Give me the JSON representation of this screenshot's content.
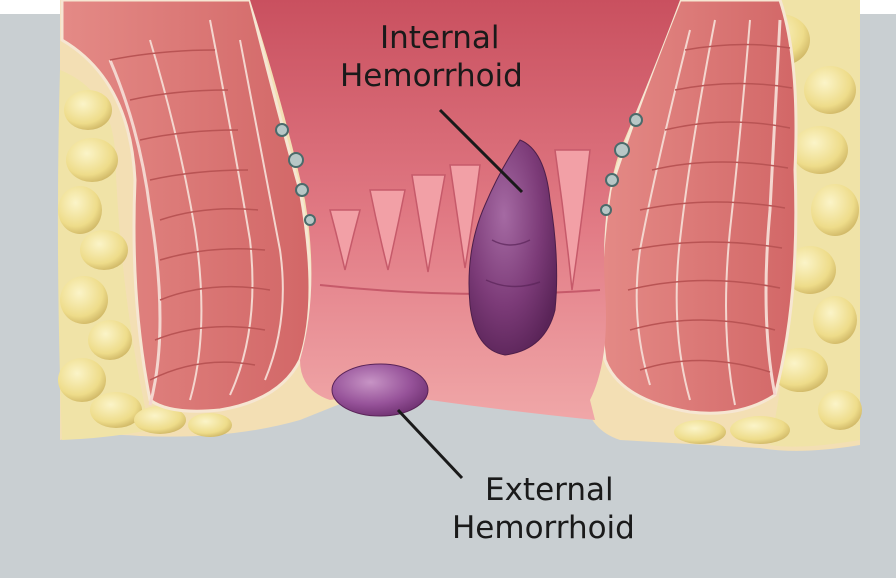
{
  "labels": {
    "internal_line1": "Internal",
    "internal_line2": "Hemorrhoid",
    "external_line1": "External",
    "external_line2": "Hemorrhoid"
  },
  "colors": {
    "background_gray": "#c9cfd2",
    "fat_yellow": "#efe39a",
    "muscle_red": "#d96e6e",
    "mucosa_pink": "#e7858d",
    "hemorrhoid_purple": "#7d3f7a"
  }
}
